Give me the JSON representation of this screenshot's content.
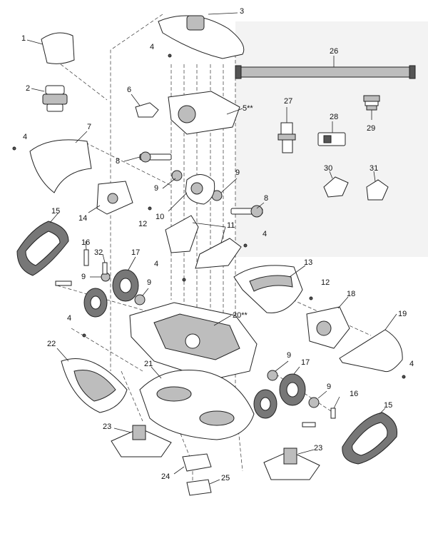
{
  "diagram": {
    "callouts": [
      {
        "id": "c1",
        "text": "1"
      },
      {
        "id": "c2",
        "text": "2"
      },
      {
        "id": "c3",
        "text": "3"
      },
      {
        "id": "c4a",
        "text": "4"
      },
      {
        "id": "c4b",
        "text": "4"
      },
      {
        "id": "c4c",
        "text": "4"
      },
      {
        "id": "c4d",
        "text": "4"
      },
      {
        "id": "c4e",
        "text": "4"
      },
      {
        "id": "c4f",
        "text": "4"
      },
      {
        "id": "c5",
        "text": "5**"
      },
      {
        "id": "c6",
        "text": "6"
      },
      {
        "id": "c7",
        "text": "7"
      },
      {
        "id": "c8a",
        "text": "8"
      },
      {
        "id": "c8b",
        "text": "8"
      },
      {
        "id": "c9a",
        "text": "9"
      },
      {
        "id": "c9b",
        "text": "9"
      },
      {
        "id": "c9c",
        "text": "9"
      },
      {
        "id": "c9d",
        "text": "9"
      },
      {
        "id": "c9e",
        "text": "9"
      },
      {
        "id": "c9f",
        "text": "9"
      },
      {
        "id": "c10",
        "text": "10"
      },
      {
        "id": "c11",
        "text": "11"
      },
      {
        "id": "c12a",
        "text": "12"
      },
      {
        "id": "c12b",
        "text": "12"
      },
      {
        "id": "c13",
        "text": "13"
      },
      {
        "id": "c14",
        "text": "14"
      },
      {
        "id": "c15a",
        "text": "15"
      },
      {
        "id": "c15b",
        "text": "15"
      },
      {
        "id": "c16a",
        "text": "16"
      },
      {
        "id": "c16b",
        "text": "16"
      },
      {
        "id": "c17a",
        "text": "17"
      },
      {
        "id": "c17b",
        "text": "17"
      },
      {
        "id": "c18",
        "text": "18"
      },
      {
        "id": "c19",
        "text": "19"
      },
      {
        "id": "c20",
        "text": "20**"
      },
      {
        "id": "c21",
        "text": "21"
      },
      {
        "id": "c22",
        "text": "22"
      },
      {
        "id": "c23a",
        "text": "23"
      },
      {
        "id": "c23b",
        "text": "23"
      },
      {
        "id": "c24",
        "text": "24"
      },
      {
        "id": "c25",
        "text": "25"
      },
      {
        "id": "c26",
        "text": "26"
      },
      {
        "id": "c27",
        "text": "27"
      },
      {
        "id": "c28",
        "text": "28"
      },
      {
        "id": "c29",
        "text": "29"
      },
      {
        "id": "c30",
        "text": "30"
      },
      {
        "id": "c31",
        "text": "31"
      },
      {
        "id": "c32",
        "text": "32"
      }
    ]
  }
}
